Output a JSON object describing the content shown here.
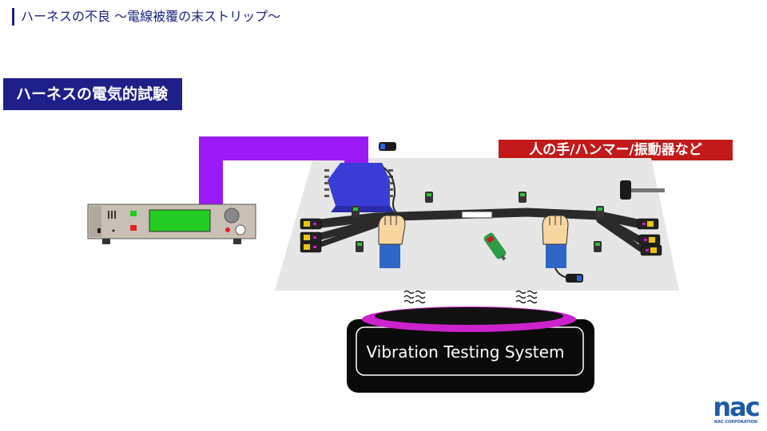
{
  "slide": {
    "title": "ハーネスの不良 〜電線被覆の末ストリップ〜",
    "section_label": "ハーネスの電気的試験",
    "tools_label": "人の手/ハンマー/振動器など",
    "vibration_system_label": "Vibration Testing System"
  },
  "logo": {
    "mark": "nac",
    "subtitle": "NAC CORPORATION"
  },
  "colors": {
    "title": "#1a237e",
    "section_bg": "#1f1f8a",
    "tools_bg": "#c21a1a",
    "cable": "#9b19f5",
    "tester_screen": "#22cc22",
    "table": "#e6e6e6",
    "vibration_top": "#cc22cc",
    "logo": "#1e5aa8"
  }
}
